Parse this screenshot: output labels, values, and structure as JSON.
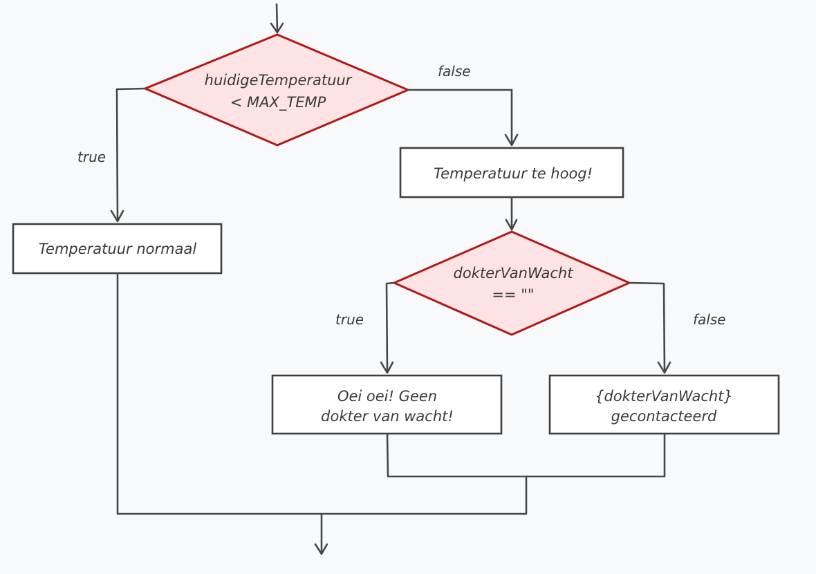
{
  "decisions": {
    "temp_check": {
      "line1": "huidigeTemperatuur",
      "line2": "< MAX_TEMP"
    },
    "doctor_check": {
      "line1": "dokterVanWacht",
      "line2": "== \"\""
    }
  },
  "processes": {
    "temp_normal": {
      "label": "Temperatuur normaal"
    },
    "temp_too_high": {
      "label": "Temperatuur te hoog!"
    },
    "no_doctor": {
      "line1": "Oei oei! Geen",
      "line2": "dokter van wacht!"
    },
    "doctor_contacted": {
      "line1": "{dokterVanWacht}",
      "line2": "gecontacteerd"
    }
  },
  "edges": {
    "temp_true": "true",
    "temp_false": "false",
    "doctor_true": "true",
    "doctor_false": "false"
  },
  "colors": {
    "decision_fill": "#fde3e3",
    "decision_stroke": "#b21818",
    "process_fill": "#ffffff",
    "line": "#474747",
    "background": "#f8f9fa"
  }
}
